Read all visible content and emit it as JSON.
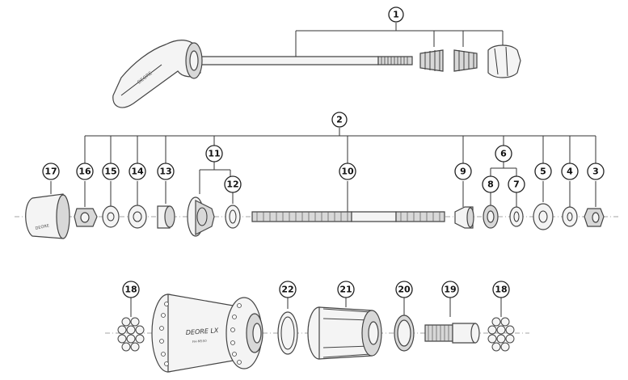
{
  "callouts": {
    "c1": "1",
    "c2": "2",
    "c3": "3",
    "c4": "4",
    "c5": "5",
    "c6": "6",
    "c7": "7",
    "c8": "8",
    "c9": "9",
    "c10": "10",
    "c11": "11",
    "c12": "12",
    "c13": "13",
    "c14": "14",
    "c15": "15",
    "c16": "16",
    "c17": "17",
    "c18a": "18",
    "c18b": "18",
    "c19": "19",
    "c20": "20",
    "c21": "21",
    "c22": "22"
  },
  "markings": {
    "lever_brand": "DEORE",
    "locknut_brand": "DEORE",
    "hub_brand": "DEORE LX",
    "hub_model": "FH-M550"
  }
}
